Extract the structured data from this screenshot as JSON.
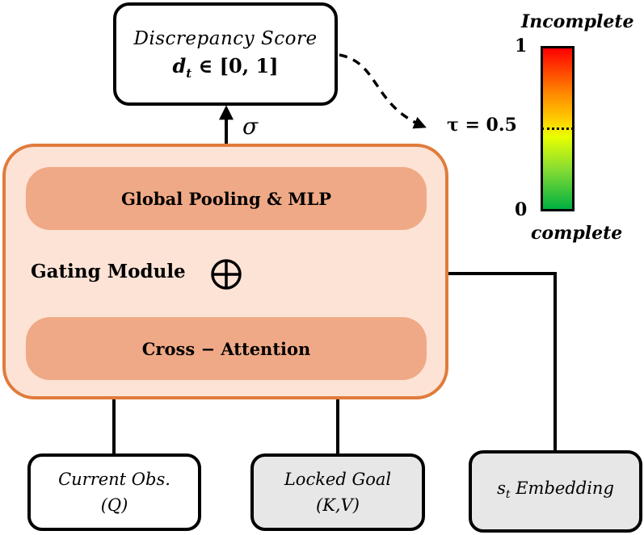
{
  "score": {
    "title": "Discrepancy Score",
    "formula": "d",
    "formula_sub": "t",
    "formula_rest": " ∈ [0, 1]"
  },
  "sigma": "σ",
  "tau_label": "τ = 0.5",
  "gating": {
    "label": "Gating Module",
    "pool_label": "Global Pooling & MLP",
    "attn_label": "Cross − Attention",
    "combine_symbol": "⊕"
  },
  "inputs": {
    "obs_line1": "Current Obs.",
    "obs_line2": "(Q)",
    "goal_line1": "Locked Goal",
    "goal_line2": "(K,V)",
    "state_var": "s",
    "state_sub": "t",
    "state_rest": " Embedding"
  },
  "colorbar": {
    "top_label": "Incomplete",
    "bottom_label": "complete",
    "max_tick": "1",
    "min_tick": "0",
    "threshold": 0.5,
    "colors": [
      "#00b040",
      "#e8ff00",
      "#ffd000",
      "#ff0000"
    ]
  },
  "colors": {
    "module_border": "#e07b3c",
    "module_fill": "#fde3d6",
    "pill_fill": "#f0a986",
    "input_gray": "#e7e7e7"
  }
}
